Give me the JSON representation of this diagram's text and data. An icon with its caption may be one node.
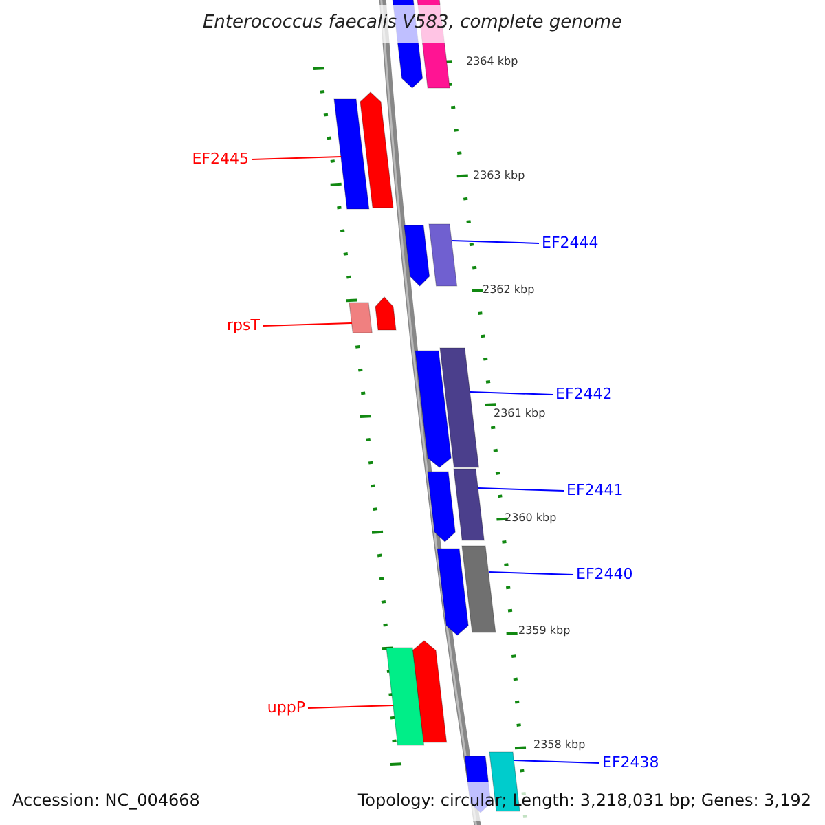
{
  "diagram": {
    "title": "Enterococcus faecalis V583, complete genome",
    "nodes": [
      {
        "text": [
          "EF2445"
        ]
      },
      {
        "text": [],
        "shape": "bar"
      },
      {
        "text": [
          "EF2444"
        ]
      },
      {
        "text": [],
        "shape": "bar"
      },
      {
        "text": [
          "rpsT"
        ]
      },
      {
        "text": [],
        "shape": "bar"
      },
      {
        "text": [
          "EF2442"
        ]
      },
      {
        "text": [],
        "shape": "bar"
      },
      {
        "text": [
          "EF2441"
        ]
      },
      {
        "text": [],
        "shape": "bar"
      },
      {
        "text": [
          "EF2440"
        ]
      },
      {
        "text": [],
        "shape": "bar"
      },
      {
        "text": [
          "uppP"
        ]
      },
      {
        "text": [],
        "shape": "bar"
      },
      {
        "text": [
          "EF2438"
        ]
      },
      {
        "text": [],
        "shape": "bar"
      }
    ],
    "edges": [
      {
        "from": 0,
        "to": 1,
        "arrow": "none",
        "color": "#ff0000"
      },
      {
        "from": 2,
        "to": 3,
        "arrow": "none",
        "color": "#0000ff"
      },
      {
        "from": 4,
        "to": 5,
        "arrow": "none",
        "color": "#ff0000"
      },
      {
        "from": 6,
        "to": 7,
        "arrow": "none",
        "color": "#0000ff"
      },
      {
        "from": 8,
        "to": 9,
        "arrow": "none",
        "color": "#0000ff"
      },
      {
        "from": 10,
        "to": 11,
        "arrow": "none",
        "color": "#0000ff"
      },
      {
        "from": 12,
        "to": 13,
        "arrow": "none",
        "color": "#ff0000"
      },
      {
        "from": 14,
        "to": 15,
        "arrow": "none",
        "color": "#0000ff"
      }
    ],
    "labels": [
      "2364 kbp",
      "2363 kbp",
      "2362 kbp",
      "2361 kbp",
      "2360 kbp",
      "2359 kbp",
      "2358 kbp",
      "Accession: NC_004668",
      "Topology: circular; Length: 3,218,031 bp; Genes: 3,192"
    ]
  }
}
